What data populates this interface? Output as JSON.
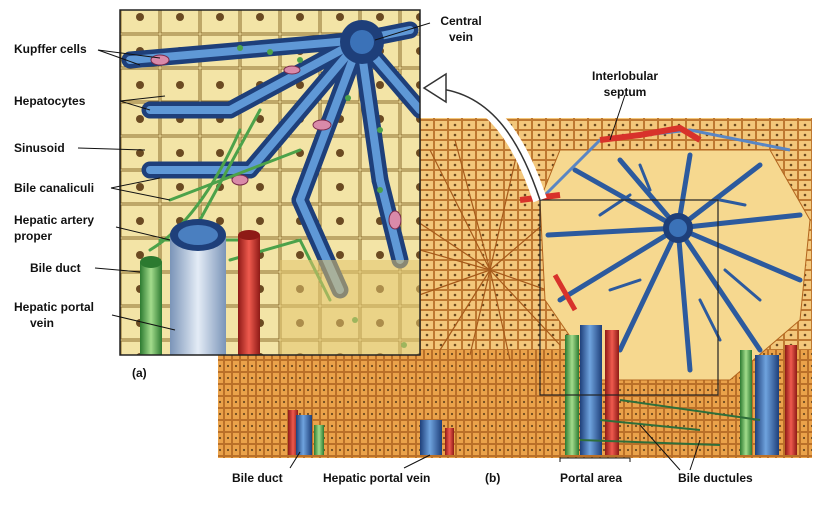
{
  "labels": {
    "kupffer_cells": "Kupffer cells",
    "hepatocytes": "Hepatocytes",
    "sinusoid": "Sinusoid",
    "bile_canaliculi": "Bile canaliculi",
    "hepatic_artery_line1": "Hepatic artery",
    "hepatic_artery_line2": "proper",
    "bile_duct_left": "Bile duct",
    "portal_vein_line1": "Hepatic portal",
    "portal_vein_line2": "vein",
    "central_vein_line1": "Central",
    "central_vein_line2": "vein",
    "septum_line1": "Interlobular",
    "septum_line2": "septum",
    "panel_a": "(a)",
    "panel_b": "(b)",
    "bile_duct_bottom": "Bile duct",
    "portal_vein_bottom": "Hepatic portal vein",
    "portal_area": "Portal area",
    "bile_ductules": "Bile ductules"
  },
  "colors": {
    "background": "#ffffff",
    "panel_bg": "#f2f2f2",
    "hepatocyte": "#f3e4a6",
    "hepatocyte_dark": "#e6c36a",
    "tissue_orange": "#e99a3a",
    "tissue_light": "#f4c77a",
    "vein_blue": "#3b72b8",
    "vein_dark": "#1e3f7a",
    "artery_red": "#d8322b",
    "bile_green": "#5bb35a",
    "nucleus": "#6b4a22",
    "kupffer": "#d98aa9"
  }
}
